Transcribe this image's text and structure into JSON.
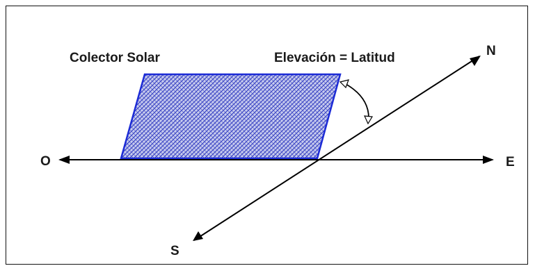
{
  "labels": {
    "collector": "Colector Solar",
    "elevation": "Elevación = Latitud",
    "west": "O",
    "east": "E",
    "north": "N",
    "south": "S"
  },
  "colors": {
    "panel_fill": "#c8ccee",
    "panel_hatch": "#2a35c0",
    "panel_stroke": "#1c2bd6",
    "lines": "#000000"
  }
}
